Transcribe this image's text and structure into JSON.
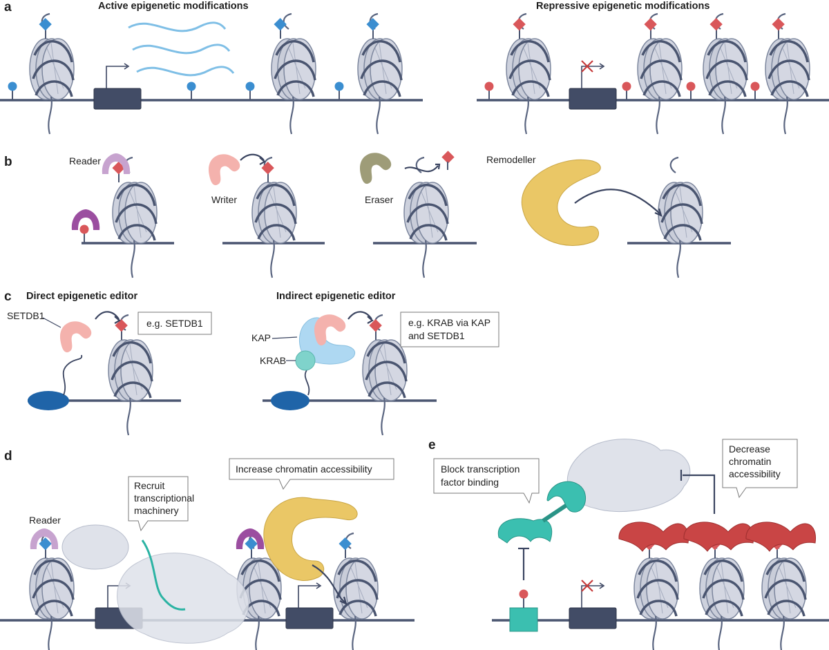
{
  "panels": {
    "a": {
      "letter": "a",
      "active_title": "Active epigenetic modifications",
      "repressive_title": "Repressive epigenetic modifications"
    },
    "b": {
      "letter": "b",
      "reader": "Reader",
      "writer": "Writer",
      "eraser": "Eraser",
      "remodeller": "Remodeller"
    },
    "c": {
      "letter": "c",
      "direct_title": "Direct epigenetic editor",
      "indirect_title": "Indirect epigenetic editor",
      "setdb1": "SETDB1",
      "direct_box": "e.g. SETDB1",
      "kap": "KAP",
      "krab": "KRAB",
      "indirect_box_line1": "e.g. KRAB via KAP",
      "indirect_box_line2": "and SETDB1"
    },
    "d": {
      "letter": "d",
      "reader": "Reader",
      "recruit_line1": "Recruit",
      "recruit_line2": "transcriptional",
      "recruit_line3": "machinery",
      "increase": "Increase chromatin accessibility"
    },
    "e": {
      "letter": "e",
      "block_line1": "Block transcription",
      "block_line2": "factor binding",
      "decrease_line1": "Decrease",
      "decrease_line2": "chromatin",
      "decrease_line3": "accessibility"
    }
  },
  "colors": {
    "dna": "#4a5570",
    "nucleosome": "#cdd1dd",
    "active_mark": "#3b8ed0",
    "repressive_mark": "#d9575a",
    "gene": "#424c66",
    "reader_purple": "#9b4ea0",
    "writer_pink": "#f4b2ad",
    "eraser_olive": "#9e9c78",
    "remodeller_yellow": "#eac766",
    "kap_blue": "#aed8f2",
    "krab_teal": "#7fd3cb",
    "dbd_blue": "#1f64a8",
    "tf_teal": "#3bbfb0",
    "red_reader": "#c94545"
  }
}
